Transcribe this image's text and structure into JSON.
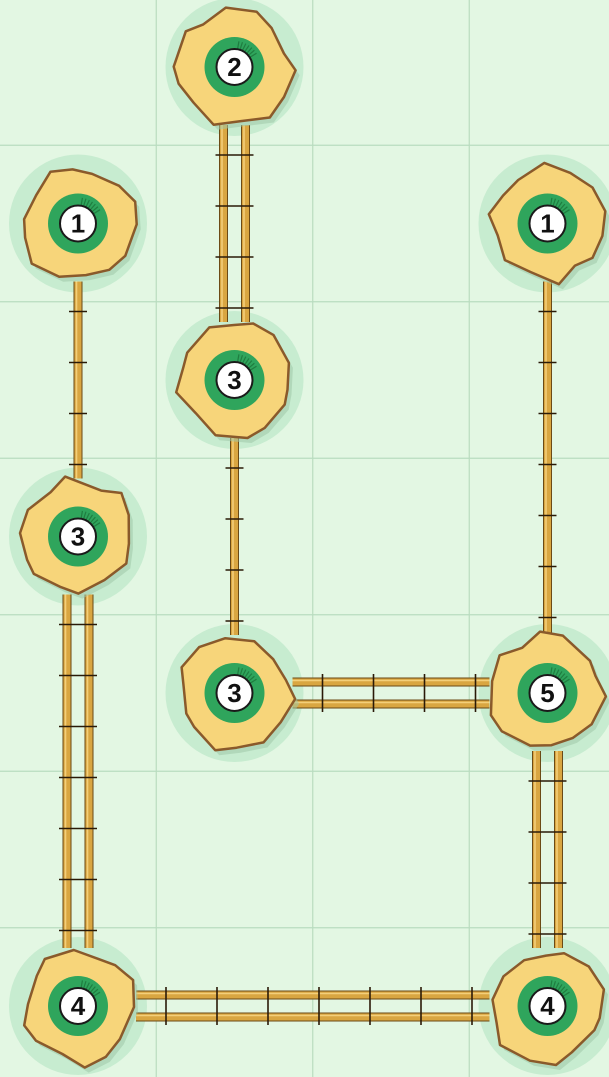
{
  "game": {
    "type": "bridges-hashi",
    "grid": {
      "cols": 4,
      "rows": 7
    },
    "colors": {
      "background": "#e3f7e3",
      "grid_line": "#b9dcbf",
      "halo": "#c5ebcf",
      "island_fill": "#f7d57a",
      "island_stroke": "#8a5a2b",
      "ring_green": "#2fa55c",
      "bridge_fill": "#d9a641",
      "bridge_edge": "#6b4a16",
      "tie": "#2a1a08"
    },
    "islands": [
      {
        "id": "i0",
        "col": 1,
        "row": 0,
        "value": "2"
      },
      {
        "id": "i1",
        "col": 0,
        "row": 1,
        "value": "1"
      },
      {
        "id": "i2",
        "col": 3,
        "row": 1,
        "value": "1"
      },
      {
        "id": "i3",
        "col": 1,
        "row": 2,
        "value": "3"
      },
      {
        "id": "i4",
        "col": 0,
        "row": 3,
        "value": "3"
      },
      {
        "id": "i5",
        "col": 1,
        "row": 4,
        "value": "3"
      },
      {
        "id": "i6",
        "col": 3,
        "row": 4,
        "value": "5"
      },
      {
        "id": "i7",
        "col": 0,
        "row": 6,
        "value": "4"
      },
      {
        "id": "i8",
        "col": 3,
        "row": 6,
        "value": "4"
      }
    ],
    "bridges": [
      {
        "from": "i0",
        "to": "i3",
        "count": 2
      },
      {
        "from": "i1",
        "to": "i4",
        "count": 1
      },
      {
        "from": "i2",
        "to": "i6",
        "count": 1
      },
      {
        "from": "i3",
        "to": "i5",
        "count": 1
      },
      {
        "from": "i4",
        "to": "i7",
        "count": 2
      },
      {
        "from": "i5",
        "to": "i6",
        "count": 2
      },
      {
        "from": "i6",
        "to": "i8",
        "count": 2
      },
      {
        "from": "i7",
        "to": "i8",
        "count": 2
      }
    ]
  }
}
